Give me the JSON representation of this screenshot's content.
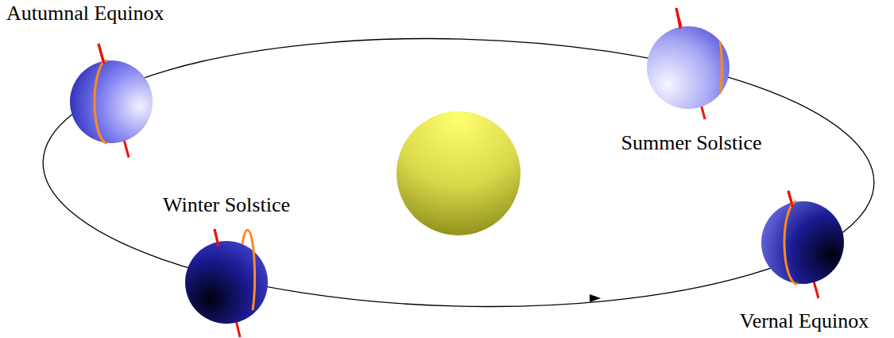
{
  "diagram": {
    "labels": [
      "Autumnal Equinox",
      "Summer Solstice",
      "Winter Solstice",
      "Vernal Equinox"
    ]
  }
}
